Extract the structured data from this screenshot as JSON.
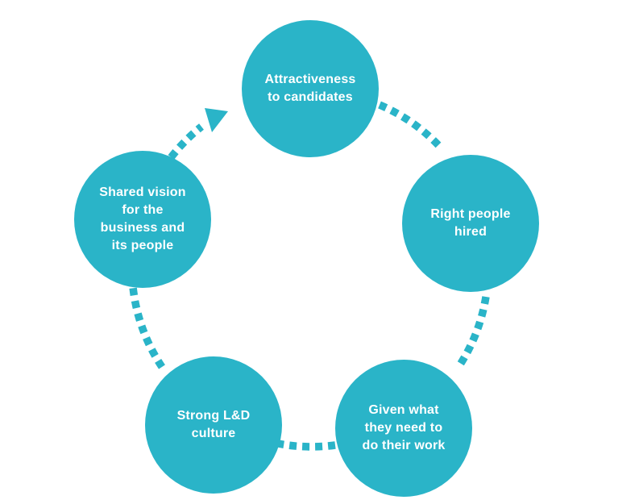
{
  "diagram": {
    "type": "cycle",
    "direction": "clockwise",
    "accent_color": "#2AB4C8",
    "text_color": "#FFFFFF",
    "background_color": "#FFFFFF",
    "nodes": [
      {
        "id": "attractiveness-to-candidates",
        "position": "top",
        "label": "Attractiveness to candidates",
        "lines": [
          "Attractiveness",
          "to candidates"
        ]
      },
      {
        "id": "right-people-hired",
        "position": "right",
        "label": "Right people hired",
        "lines": [
          "Right people",
          "hired"
        ]
      },
      {
        "id": "given-what-they-need",
        "position": "bottom-right",
        "label": "Given what they need to do their work",
        "lines": [
          "Given what",
          "they need to",
          "do their work"
        ]
      },
      {
        "id": "strong-ld-culture",
        "position": "bottom-left",
        "label": "Strong L&D culture",
        "lines": [
          "Strong L&D",
          "culture"
        ]
      },
      {
        "id": "shared-vision",
        "position": "left",
        "label": "Shared vision for the business and its people",
        "lines": [
          "Shared vision",
          "for the",
          "business and",
          "its people"
        ]
      }
    ],
    "connectors": [
      {
        "from": "attractiveness-to-candidates",
        "to": "right-people-hired",
        "style": "dotted"
      },
      {
        "from": "right-people-hired",
        "to": "given-what-they-need",
        "style": "dotted"
      },
      {
        "from": "given-what-they-need",
        "to": "strong-ld-culture",
        "style": "dotted"
      },
      {
        "from": "strong-ld-culture",
        "to": "shared-vision",
        "style": "dotted"
      },
      {
        "from": "shared-vision",
        "to": "attractiveness-to-candidates",
        "style": "dotted-arrow"
      }
    ]
  }
}
